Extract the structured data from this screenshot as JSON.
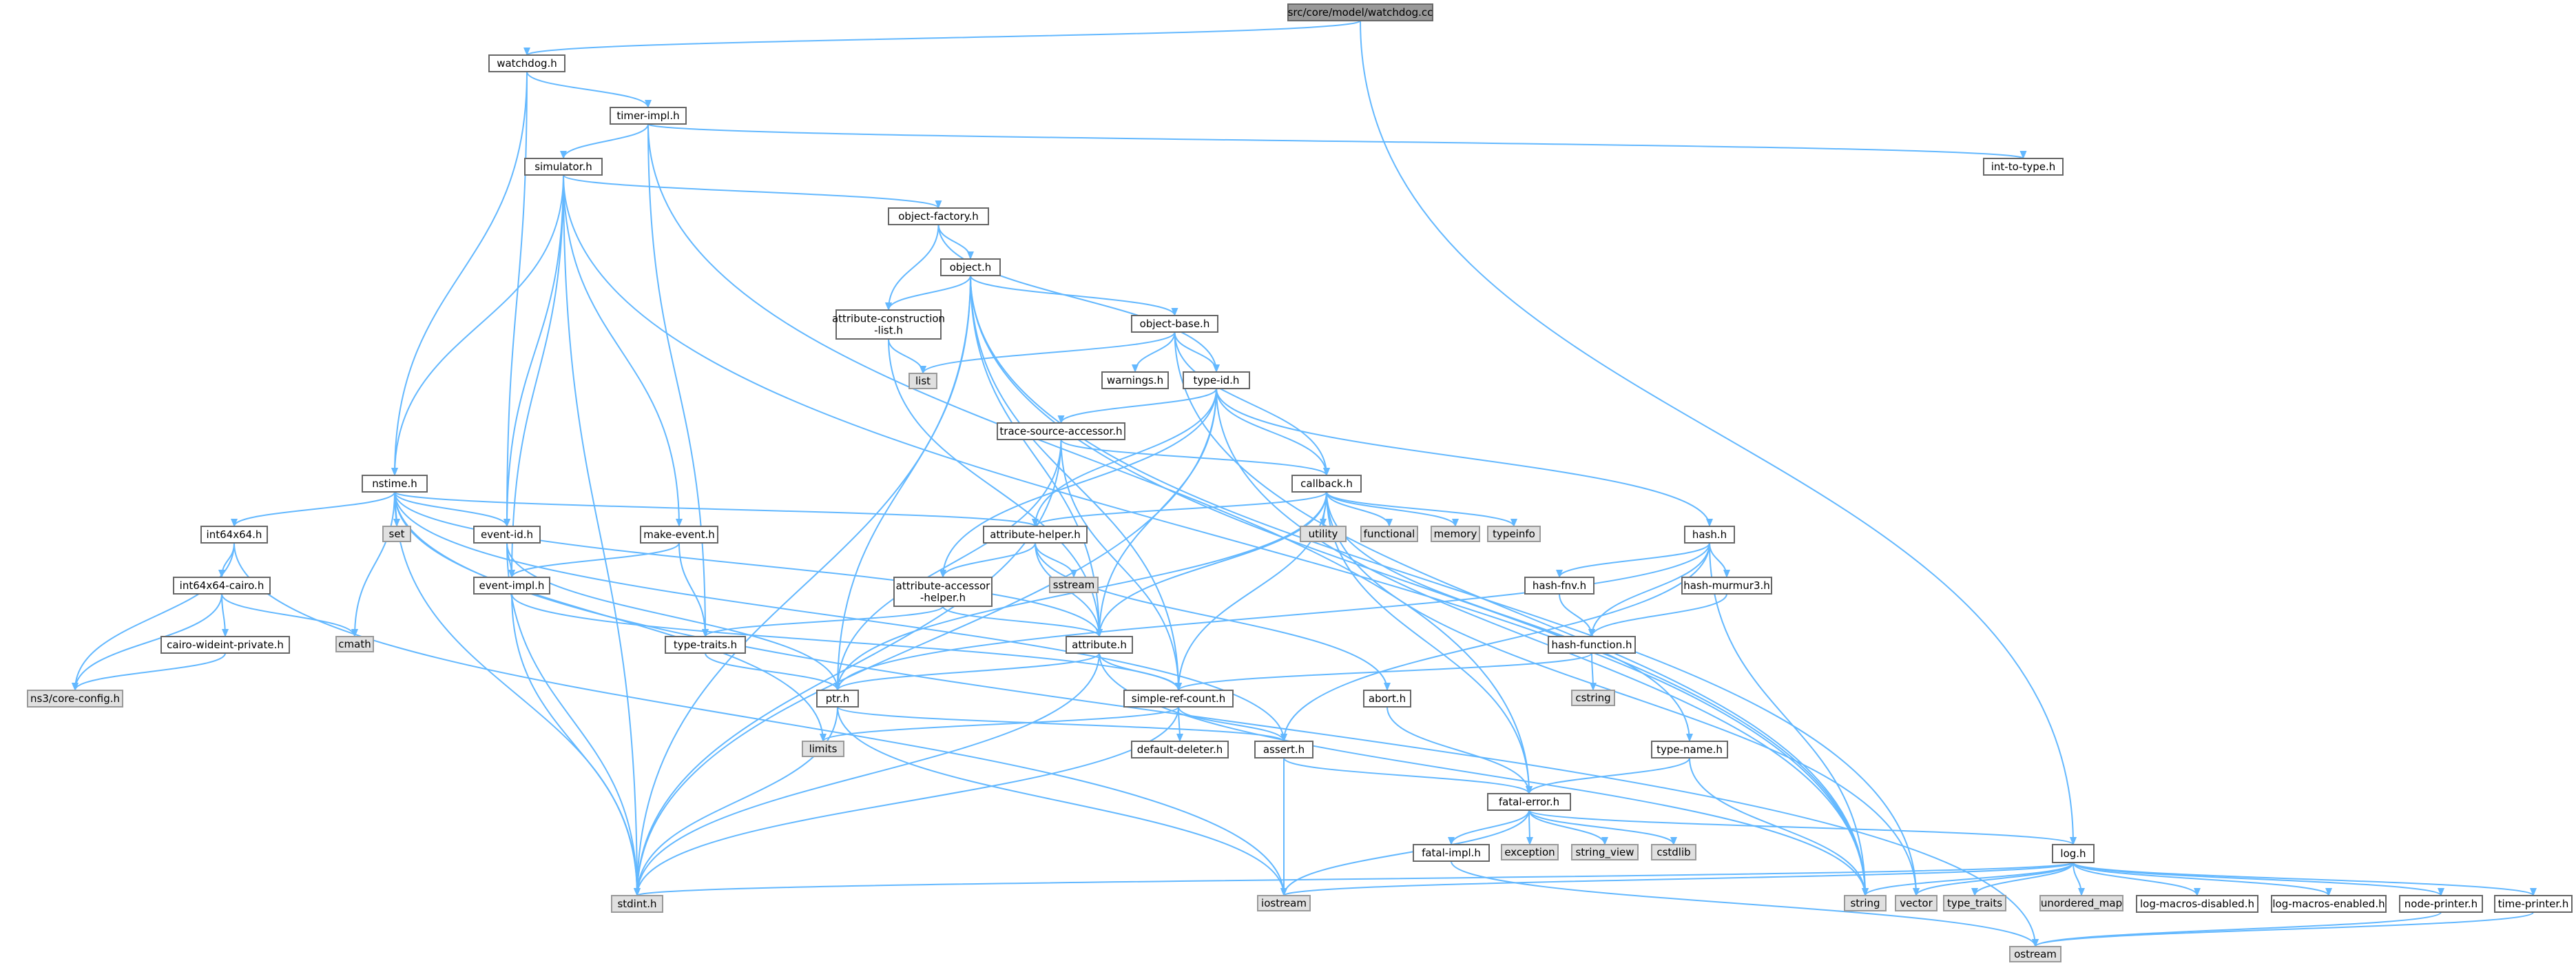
{
  "diagram": {
    "colors": {
      "edge": "#63b8ff",
      "node_border": "#666666",
      "node_fill": "#ffffff",
      "system_fill": "#e0e0e0",
      "root_fill": "#999999"
    },
    "nodes": [
      {
        "id": "root",
        "label": "src/core/model/watchdog.cc",
        "kind": "root"
      },
      {
        "id": "watchdog_h",
        "label": "watchdog.h",
        "kind": "header"
      },
      {
        "id": "log_h",
        "label": "log.h",
        "kind": "header"
      },
      {
        "id": "timer_impl_h",
        "label": "timer-impl.h",
        "kind": "header"
      },
      {
        "id": "int_to_type_h",
        "label": "int-to-type.h",
        "kind": "header"
      },
      {
        "id": "simulator_h",
        "label": "simulator.h",
        "kind": "header"
      },
      {
        "id": "object_factory_h",
        "label": "object-factory.h",
        "kind": "header"
      },
      {
        "id": "object_h",
        "label": "object.h",
        "kind": "header"
      },
      {
        "id": "attr_construction",
        "label": [
          "attribute-construction",
          "-list.h"
        ],
        "kind": "header"
      },
      {
        "id": "object_base_h",
        "label": "object-base.h",
        "kind": "header"
      },
      {
        "id": "list",
        "label": "list",
        "kind": "system"
      },
      {
        "id": "warnings_h",
        "label": "warnings.h",
        "kind": "header"
      },
      {
        "id": "type_id_h",
        "label": "type-id.h",
        "kind": "header"
      },
      {
        "id": "trace_source_accessor_h",
        "label": "trace-source-accessor.h",
        "kind": "header"
      },
      {
        "id": "callback_h",
        "label": "callback.h",
        "kind": "header"
      },
      {
        "id": "nstime_h",
        "label": "nstime.h",
        "kind": "header"
      },
      {
        "id": "int64x64_h",
        "label": "int64x64.h",
        "kind": "header"
      },
      {
        "id": "set",
        "label": "set",
        "kind": "system"
      },
      {
        "id": "event_id_h",
        "label": "event-id.h",
        "kind": "header"
      },
      {
        "id": "make_event_h",
        "label": "make-event.h",
        "kind": "header"
      },
      {
        "id": "attribute_helper_h",
        "label": "attribute-helper.h",
        "kind": "header"
      },
      {
        "id": "utility",
        "label": "utility",
        "kind": "system"
      },
      {
        "id": "functional",
        "label": "functional",
        "kind": "system"
      },
      {
        "id": "memory",
        "label": "memory",
        "kind": "system"
      },
      {
        "id": "typeinfo",
        "label": "typeinfo",
        "kind": "system"
      },
      {
        "id": "hash_h",
        "label": "hash.h",
        "kind": "header"
      },
      {
        "id": "int64x64_cairo_h",
        "label": "int64x64-cairo.h",
        "kind": "header"
      },
      {
        "id": "event_impl_h",
        "label": "event-impl.h",
        "kind": "header"
      },
      {
        "id": "sstream",
        "label": "sstream",
        "kind": "system"
      },
      {
        "id": "attr_accessor_helper",
        "label": [
          "attribute-accessor",
          "-helper.h"
        ],
        "kind": "header"
      },
      {
        "id": "hash_fnv_h",
        "label": "hash-fnv.h",
        "kind": "header"
      },
      {
        "id": "hash_murmur3_h",
        "label": "hash-murmur3.h",
        "kind": "header"
      },
      {
        "id": "cmath",
        "label": "cmath",
        "kind": "system"
      },
      {
        "id": "cairo_wideint_h",
        "label": "cairo-wideint-private.h",
        "kind": "header"
      },
      {
        "id": "type_traits_h",
        "label": "type-traits.h",
        "kind": "header"
      },
      {
        "id": "attribute_h",
        "label": "attribute.h",
        "kind": "header"
      },
      {
        "id": "hash_function_h",
        "label": "hash-function.h",
        "kind": "header"
      },
      {
        "id": "core_config_h",
        "label": "ns3/core-config.h",
        "kind": "system"
      },
      {
        "id": "ptr_h",
        "label": "ptr.h",
        "kind": "header"
      },
      {
        "id": "simple_ref_count_h",
        "label": "simple-ref-count.h",
        "kind": "header"
      },
      {
        "id": "abort_h",
        "label": "abort.h",
        "kind": "header"
      },
      {
        "id": "cstring",
        "label": "cstring",
        "kind": "system"
      },
      {
        "id": "limits",
        "label": "limits",
        "kind": "system"
      },
      {
        "id": "default_deleter_h",
        "label": "default-deleter.h",
        "kind": "header"
      },
      {
        "id": "assert_h",
        "label": "assert.h",
        "kind": "header"
      },
      {
        "id": "type_name_h",
        "label": "type-name.h",
        "kind": "header"
      },
      {
        "id": "fatal_error_h",
        "label": "fatal-error.h",
        "kind": "header"
      },
      {
        "id": "fatal_impl_h",
        "label": "fatal-impl.h",
        "kind": "header"
      },
      {
        "id": "exception",
        "label": "exception",
        "kind": "system"
      },
      {
        "id": "string_view",
        "label": "string_view",
        "kind": "system"
      },
      {
        "id": "cstdlib",
        "label": "cstdlib",
        "kind": "system"
      },
      {
        "id": "stdint_h",
        "label": "stdint.h",
        "kind": "system"
      },
      {
        "id": "iostream",
        "label": "iostream",
        "kind": "system"
      },
      {
        "id": "string",
        "label": "string",
        "kind": "system"
      },
      {
        "id": "vector",
        "label": "vector",
        "kind": "system"
      },
      {
        "id": "type_traits",
        "label": "type_traits",
        "kind": "system"
      },
      {
        "id": "unordered_map",
        "label": "unordered_map",
        "kind": "system"
      },
      {
        "id": "log_macros_disabled_h",
        "label": "log-macros-disabled.h",
        "kind": "header"
      },
      {
        "id": "log_macros_enabled_h",
        "label": "log-macros-enabled.h",
        "kind": "header"
      },
      {
        "id": "node_printer_h",
        "label": "node-printer.h",
        "kind": "header"
      },
      {
        "id": "time_printer_h",
        "label": "time-printer.h",
        "kind": "header"
      },
      {
        "id": "ostream",
        "label": "ostream",
        "kind": "system"
      }
    ],
    "edges": [
      [
        "root",
        "watchdog_h"
      ],
      [
        "root",
        "log_h"
      ],
      [
        "watchdog_h",
        "nstime_h"
      ],
      [
        "watchdog_h",
        "event_id_h"
      ],
      [
        "watchdog_h",
        "timer_impl_h"
      ],
      [
        "timer_impl_h",
        "simulator_h"
      ],
      [
        "timer_impl_h",
        "int_to_type_h"
      ],
      [
        "timer_impl_h",
        "type_traits_h"
      ],
      [
        "timer_impl_h",
        "fatal_error_h"
      ],
      [
        "simulator_h",
        "object_factory_h"
      ],
      [
        "simulator_h",
        "nstime_h"
      ],
      [
        "simulator_h",
        "event_id_h"
      ],
      [
        "simulator_h",
        "event_impl_h"
      ],
      [
        "simulator_h",
        "make_event_h"
      ],
      [
        "simulator_h",
        "stdint_h"
      ],
      [
        "simulator_h",
        "string"
      ],
      [
        "object_factory_h",
        "object_h"
      ],
      [
        "object_factory_h",
        "attr_construction"
      ],
      [
        "object_factory_h",
        "type_id_h"
      ],
      [
        "object_h",
        "attr_construction"
      ],
      [
        "object_h",
        "object_base_h"
      ],
      [
        "object_h",
        "ptr_h"
      ],
      [
        "object_h",
        "attribute_h"
      ],
      [
        "object_h",
        "simple_ref_count_h"
      ],
      [
        "object_h",
        "stdint_h"
      ],
      [
        "object_h",
        "string"
      ],
      [
        "object_h",
        "vector"
      ],
      [
        "attr_construction",
        "attribute_h"
      ],
      [
        "attr_construction",
        "list"
      ],
      [
        "object_base_h",
        "type_id_h"
      ],
      [
        "object_base_h",
        "warnings_h"
      ],
      [
        "object_base_h",
        "callback_h"
      ],
      [
        "object_base_h",
        "list"
      ],
      [
        "object_base_h",
        "string"
      ],
      [
        "type_id_h",
        "trace_source_accessor_h"
      ],
      [
        "type_id_h",
        "callback_h"
      ],
      [
        "type_id_h",
        "attribute_helper_h"
      ],
      [
        "type_id_h",
        "attr_accessor_helper"
      ],
      [
        "type_id_h",
        "attribute_h"
      ],
      [
        "type_id_h",
        "hash_h"
      ],
      [
        "type_id_h",
        "stdint_h"
      ],
      [
        "type_id_h",
        "string"
      ],
      [
        "trace_source_accessor_h",
        "callback_h"
      ],
      [
        "trace_source_accessor_h",
        "ptr_h"
      ],
      [
        "trace_source_accessor_h",
        "simple_ref_count_h"
      ],
      [
        "trace_source_accessor_h",
        "stdint_h"
      ],
      [
        "callback_h",
        "attribute_helper_h"
      ],
      [
        "callback_h",
        "attribute_h"
      ],
      [
        "callback_h",
        "ptr_h"
      ],
      [
        "callback_h",
        "simple_ref_count_h"
      ],
      [
        "callback_h",
        "fatal_error_h"
      ],
      [
        "callback_h",
        "type_name_h"
      ],
      [
        "callback_h",
        "utility"
      ],
      [
        "callback_h",
        "functional"
      ],
      [
        "callback_h",
        "memory"
      ],
      [
        "callback_h",
        "typeinfo"
      ],
      [
        "callback_h",
        "vector"
      ],
      [
        "nstime_h",
        "int64x64_h"
      ],
      [
        "nstime_h",
        "set"
      ],
      [
        "nstime_h",
        "event_id_h"
      ],
      [
        "nstime_h",
        "attribute_helper_h"
      ],
      [
        "nstime_h",
        "attribute_h"
      ],
      [
        "nstime_h",
        "assert_h"
      ],
      [
        "nstime_h",
        "cmath"
      ],
      [
        "nstime_h",
        "limits"
      ],
      [
        "nstime_h",
        "stdint_h"
      ],
      [
        "nstime_h",
        "ostream"
      ],
      [
        "int64x64_h",
        "int64x64_cairo_h"
      ],
      [
        "int64x64_h",
        "core_config_h"
      ],
      [
        "int64x64_h",
        "iostream"
      ],
      [
        "int64x64_cairo_h",
        "cairo_wideint_h"
      ],
      [
        "int64x64_cairo_h",
        "core_config_h"
      ],
      [
        "int64x64_cairo_h",
        "cmath"
      ],
      [
        "cairo_wideint_h",
        "core_config_h"
      ],
      [
        "event_id_h",
        "event_impl_h"
      ],
      [
        "event_id_h",
        "ptr_h"
      ],
      [
        "event_id_h",
        "stdint_h"
      ],
      [
        "make_event_h",
        "event_impl_h"
      ],
      [
        "make_event_h",
        "type_traits_h"
      ],
      [
        "event_impl_h",
        "simple_ref_count_h"
      ],
      [
        "event_impl_h",
        "stdint_h"
      ],
      [
        "attribute_helper_h",
        "attr_accessor_helper"
      ],
      [
        "attribute_helper_h",
        "attribute_h"
      ],
      [
        "attribute_helper_h",
        "abort_h"
      ],
      [
        "attribute_helper_h",
        "sstream"
      ],
      [
        "attr_accessor_helper",
        "attribute_h"
      ],
      [
        "attr_accessor_helper",
        "type_traits_h"
      ],
      [
        "type_traits_h",
        "ptr_h"
      ],
      [
        "attribute_h",
        "ptr_h"
      ],
      [
        "attribute_h",
        "simple_ref_count_h"
      ],
      [
        "attribute_h",
        "string"
      ],
      [
        "attribute_h",
        "stdint_h"
      ],
      [
        "hash_h",
        "hash_fnv_h"
      ],
      [
        "hash_h",
        "hash_murmur3_h"
      ],
      [
        "hash_h",
        "hash_function_h"
      ],
      [
        "hash_h",
        "ptr_h"
      ],
      [
        "hash_h",
        "assert_h"
      ],
      [
        "hash_h",
        "string"
      ],
      [
        "hash_fnv_h",
        "hash_function_h"
      ],
      [
        "hash_murmur3_h",
        "hash_function_h"
      ],
      [
        "hash_function_h",
        "simple_ref_count_h"
      ],
      [
        "hash_function_h",
        "cstring"
      ],
      [
        "ptr_h",
        "assert_h"
      ],
      [
        "ptr_h",
        "iostream"
      ],
      [
        "ptr_h",
        "stdint_h"
      ],
      [
        "simple_ref_count_h",
        "default_deleter_h"
      ],
      [
        "simple_ref_count_h",
        "assert_h"
      ],
      [
        "simple_ref_count_h",
        "limits"
      ],
      [
        "simple_ref_count_h",
        "stdint_h"
      ],
      [
        "abort_h",
        "fatal_error_h"
      ],
      [
        "assert_h",
        "fatal_error_h"
      ],
      [
        "assert_h",
        "iostream"
      ],
      [
        "type_name_h",
        "fatal_error_h"
      ],
      [
        "type_name_h",
        "string"
      ],
      [
        "fatal_error_h",
        "fatal_impl_h"
      ],
      [
        "fatal_error_h",
        "log_h"
      ],
      [
        "fatal_error_h",
        "exception"
      ],
      [
        "fatal_error_h",
        "string_view"
      ],
      [
        "fatal_error_h",
        "cstdlib"
      ],
      [
        "fatal_error_h",
        "iostream"
      ],
      [
        "fatal_impl_h",
        "ostream"
      ],
      [
        "log_h",
        "stdint_h"
      ],
      [
        "log_h",
        "iostream"
      ],
      [
        "log_h",
        "string"
      ],
      [
        "log_h",
        "vector"
      ],
      [
        "log_h",
        "type_traits"
      ],
      [
        "log_h",
        "unordered_map"
      ],
      [
        "log_h",
        "log_macros_disabled_h"
      ],
      [
        "log_h",
        "log_macros_enabled_h"
      ],
      [
        "log_h",
        "node_printer_h"
      ],
      [
        "log_h",
        "time_printer_h"
      ],
      [
        "node_printer_h",
        "ostream"
      ],
      [
        "time_printer_h",
        "ostream"
      ]
    ]
  }
}
